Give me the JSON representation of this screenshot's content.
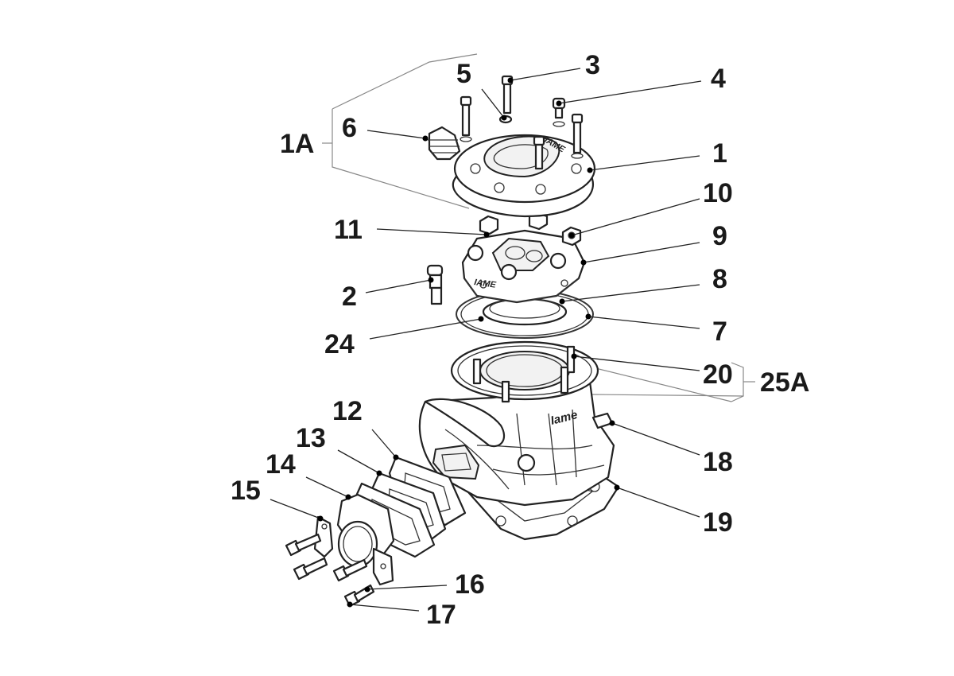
{
  "callouts": [
    {
      "id": "c3",
      "label": "3"
    },
    {
      "id": "c4",
      "label": "4"
    },
    {
      "id": "c5",
      "label": "5"
    },
    {
      "id": "c6",
      "label": "6"
    },
    {
      "id": "c1A",
      "label": "1A"
    },
    {
      "id": "c1",
      "label": "1"
    },
    {
      "id": "c10",
      "label": "10"
    },
    {
      "id": "c11",
      "label": "11"
    },
    {
      "id": "c9",
      "label": "9"
    },
    {
      "id": "c2",
      "label": "2"
    },
    {
      "id": "c8",
      "label": "8"
    },
    {
      "id": "c7",
      "label": "7"
    },
    {
      "id": "c24",
      "label": "24"
    },
    {
      "id": "c20",
      "label": "20"
    },
    {
      "id": "c25A",
      "label": "25A"
    },
    {
      "id": "c12",
      "label": "12"
    },
    {
      "id": "c13",
      "label": "13"
    },
    {
      "id": "c14",
      "label": "14"
    },
    {
      "id": "c18",
      "label": "18"
    },
    {
      "id": "c15",
      "label": "15"
    },
    {
      "id": "c19",
      "label": "19"
    },
    {
      "id": "c16",
      "label": "16"
    },
    {
      "id": "c17",
      "label": "17"
    }
  ],
  "markings": {
    "cover_logo": "IAME",
    "plate_logo": "IAME",
    "cylinder_brand": "Iame"
  }
}
